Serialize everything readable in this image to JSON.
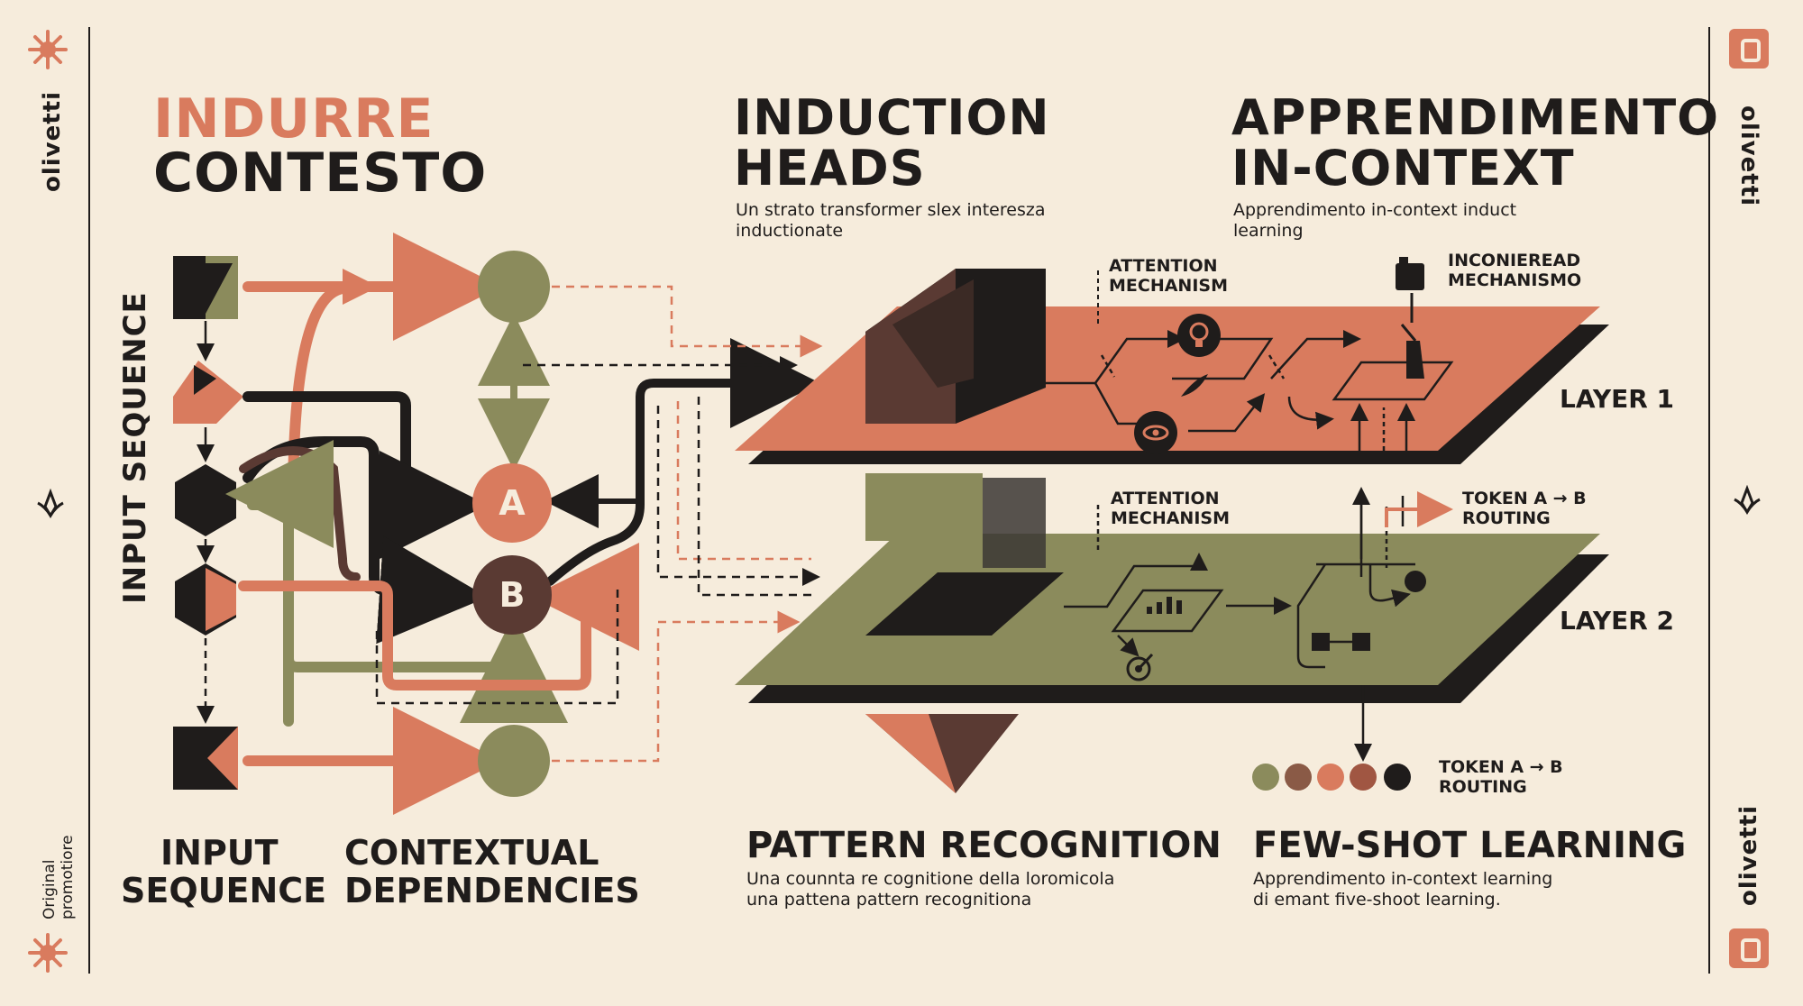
{
  "brand": {
    "name": "olivetti",
    "side_note": "Original promotiore"
  },
  "heading_left": {
    "line1": "INDURRE",
    "line2": "CONTESTO"
  },
  "heading_mid": {
    "line1": "INDUCTION",
    "line2": "HEADS",
    "sub1": "Un strato transformer slex interesza",
    "sub2": "inductionate"
  },
  "heading_right": {
    "line1": "APPRENDIMENTO",
    "line2": "IN-CONTEXT",
    "sub1": "Apprendimento in-context induct",
    "sub2": "learning"
  },
  "diagram_left": {
    "vertical_label": "INPUT SEQUENCE",
    "node_a": "A",
    "node_b": "B",
    "caption1_line1": "INPUT",
    "caption1_line2": "SEQUENCE",
    "caption2_line1": "CONTEXTUAL",
    "caption2_line2": "DEPENDENCIES"
  },
  "layers": {
    "layer1": "LAYER 1",
    "layer2": "LAYER 2",
    "attn1_line1": "ATTENTION",
    "attn1_line2": "MECHANISM",
    "attn2_line1": "ATTENTION",
    "attn2_line2": "MECHANISM",
    "incon_line1": "INCONIEREAD",
    "incon_line2": "MECHANISMO",
    "routing1_line1": "TOKEN A → B",
    "routing1_line2": "ROUTING",
    "routing2_line1": "TOKEN A → B",
    "routing2_line2": "ROUTING"
  },
  "bottom": {
    "pattern_title": "PATTERN RECOGNITION",
    "pattern_sub1": "Una counnta re cognitione della loromicola",
    "pattern_sub2": "una pattena pattern recognitiona",
    "fewshot_title": "FEW-SHOT LEARNING",
    "fewshot_sub1": "Apprendimento in-context learning",
    "fewshot_sub2": "di emant five-shoot learning."
  },
  "colors": {
    "background": "#f6ecdc",
    "ink": "#1f1c1b",
    "terracotta": "#d97b5e",
    "olive": "#8b8b5c",
    "brown": "#5a3a33"
  }
}
